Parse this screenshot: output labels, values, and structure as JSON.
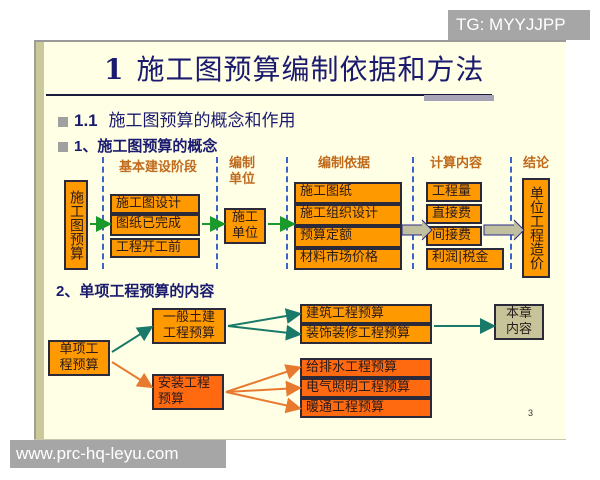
{
  "overlay": {
    "tg_badge": "TG: MYYJJPP",
    "watermark": "www.prc-hq-leyu.com"
  },
  "slide": {
    "title_number": "1",
    "title_text": "施工图预算编制依据和方法",
    "bullets": [
      {
        "num": "1.1",
        "text": "施工图预算的概念和作用"
      },
      {
        "num": "1、",
        "text": "施工图预算的概念"
      },
      {
        "num": "2、",
        "text": "单项工程预算的内容"
      }
    ],
    "page_number": "3"
  },
  "concept_flow": {
    "start_box": "施工图预算",
    "columns": [
      {
        "header": "基本建设阶段",
        "items": [
          "施工图设计",
          "图纸已完成",
          "工程开工前"
        ]
      },
      {
        "header": "编制单位",
        "header_lines": [
          "编制",
          "单位"
        ],
        "items": [
          "施工单位"
        ]
      },
      {
        "header": "编制依据",
        "items": [
          "施工图纸",
          "施工组织设计",
          "预算定额",
          "材料市场价格"
        ]
      },
      {
        "header": "计算内容",
        "items": [
          "工程量",
          "直接费",
          "间接费",
          "利润|税金"
        ]
      },
      {
        "header": "结论",
        "items": [
          "单位工程造价"
        ]
      }
    ],
    "unit_box_lines": [
      "施工",
      "单位"
    ]
  },
  "project_tree": {
    "root": [
      "单项工",
      "程预算"
    ],
    "branches": [
      {
        "label": [
          "一般土建",
          "工程预算"
        ],
        "color": "#ff9900",
        "children": [
          "建筑工程预算",
          "装饰装修工程预算"
        ]
      },
      {
        "label": [
          "安装工程",
          "预算"
        ],
        "color": "#ff6a10",
        "children": [
          "给排水工程预算",
          "电气照明工程预算",
          "暖通工程预算"
        ]
      }
    ],
    "summary_box": [
      "本章",
      "内容"
    ]
  },
  "colors": {
    "slide_bg": "#ffffe6",
    "orange": "#ff9900",
    "red_orange": "#ff6a10",
    "title_blue": "#1a1a6e",
    "header_brown": "#c06a1c",
    "green_arrow": "#1a9a2a",
    "teal_arrow": "#1a7a6a",
    "dash_blue": "#3a64c8"
  }
}
